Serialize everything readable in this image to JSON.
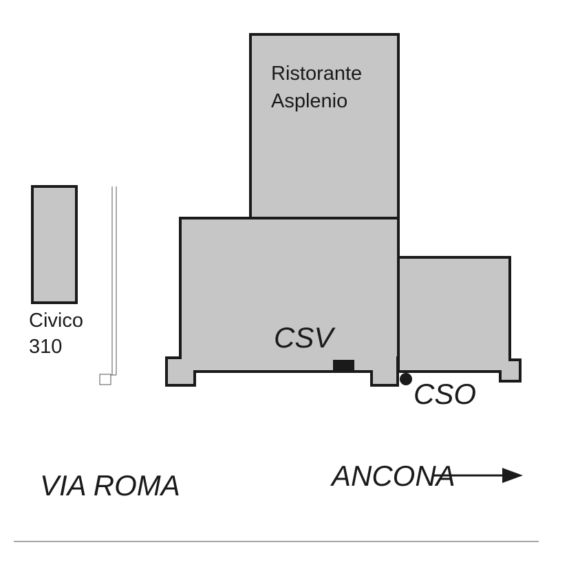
{
  "map": {
    "buildings": {
      "restaurant": {
        "line1": "Ristorante",
        "line2": "Asplenio"
      },
      "civico": {
        "line1": "Civico",
        "line2": "310"
      }
    },
    "labels": {
      "csv": "CSV",
      "cso": "CSO",
      "street": "VIA ROMA",
      "direction": "ANCONA"
    },
    "colors": {
      "building_fill": "#c6c6c6",
      "outline": "#1a1a1a",
      "background": "#ffffff"
    }
  }
}
